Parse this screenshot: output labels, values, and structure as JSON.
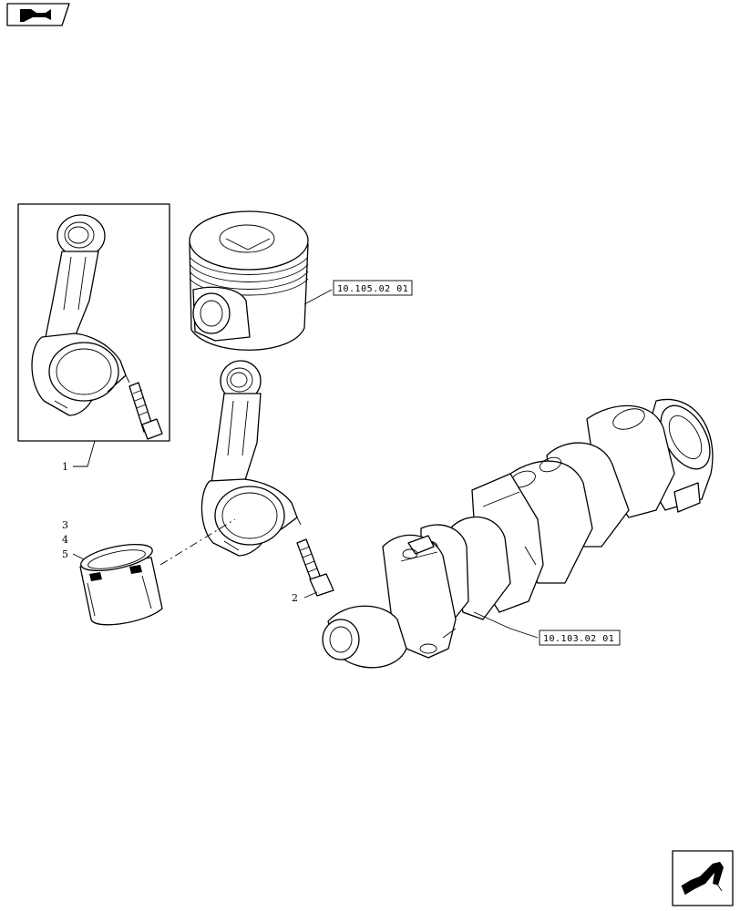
{
  "callouts": {
    "item_1": "1",
    "item_2": "2",
    "item_3": "3",
    "item_4": "4",
    "item_5": "5"
  },
  "references": {
    "piston_ref": "10.105.02 01",
    "crankshaft_ref": "10.103.02 01"
  },
  "icons": {
    "top_left": "prev-page-arrow-icon",
    "bottom_right": "next-page-arrow-icon"
  }
}
